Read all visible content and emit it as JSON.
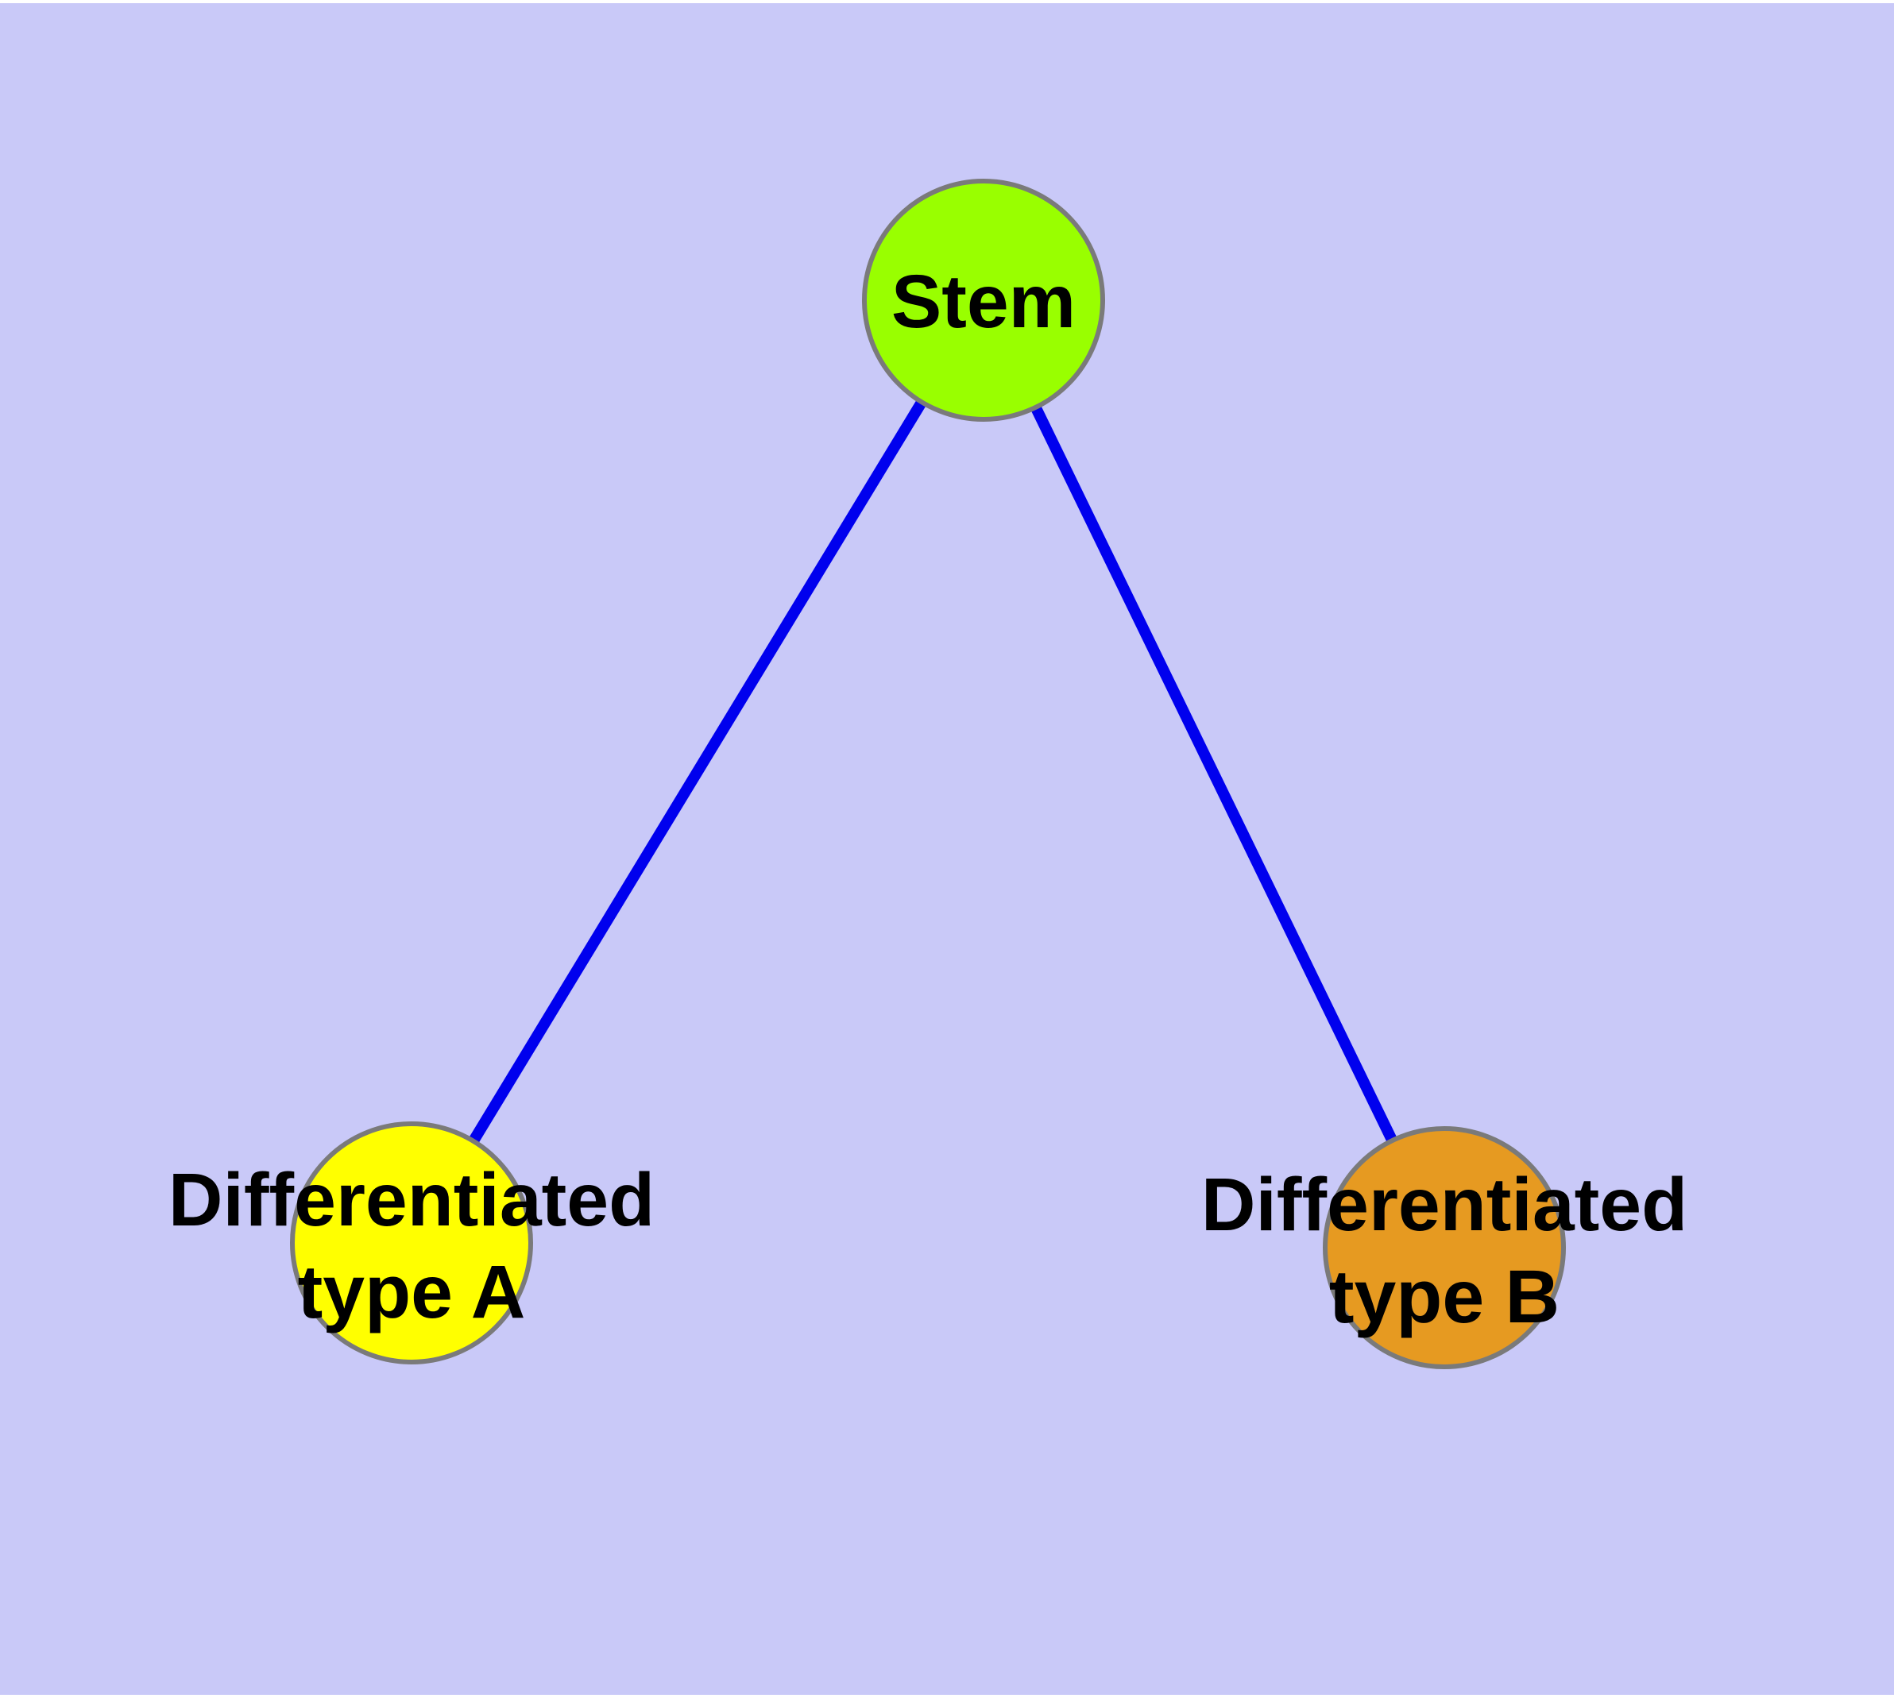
{
  "diagram": {
    "background_color": "#C9C9F8",
    "edge_color": "#0000EE",
    "node_border_color": "#7A7A7A",
    "label_color": "#000000",
    "nodes": [
      {
        "id": "stem",
        "label": "Stem",
        "fill_color": "#99FF00"
      },
      {
        "id": "differentiated-type-a",
        "label": "Differentiated type A",
        "label_line1": "Differentiated",
        "label_line2": "type A",
        "fill_color": "#FFFF00"
      },
      {
        "id": "differentiated-type-b",
        "label": "Differentiated type B",
        "label_line1": "Differentiated",
        "label_line2": "type B",
        "fill_color": "#E69A21"
      }
    ],
    "edges": [
      {
        "from": "Stem",
        "to": "Differentiated type A"
      },
      {
        "from": "Stem",
        "to": "Differentiated type B"
      }
    ]
  }
}
